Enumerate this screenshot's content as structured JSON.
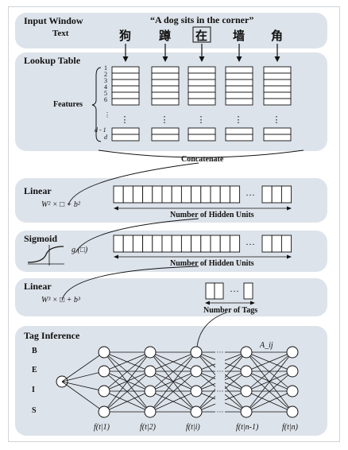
{
  "input": {
    "title": "Input Window",
    "text_label": "Text",
    "sentence": "“A dog sits in the corner”",
    "chars": [
      "狗",
      "蹲",
      "在",
      "墙",
      "角"
    ],
    "boxed_index": 2
  },
  "lookup": {
    "title": "Lookup Table",
    "features_label": "Features",
    "rows": [
      "1",
      "2",
      "3",
      "4",
      "5",
      "6"
    ],
    "dots": "⋮",
    "dm1": "d - 1",
    "d": "d"
  },
  "concat_label": "Concatenate",
  "linear1": {
    "title": "Linear",
    "formula": "W² × □ + b²",
    "ellipsis": "···",
    "width_label": "Number of Hidden Units"
  },
  "sigmoid": {
    "title": "Sigmoid",
    "func": "g (□)",
    "ellipsis": "···",
    "width_label": "Number of Hidden Units"
  },
  "linear2": {
    "title": "Linear",
    "formula": "W³ × □ + b³",
    "ellipsis": "···",
    "width_label": "Number of Tags"
  },
  "tag": {
    "title": "Tag Inference",
    "tags": [
      "B",
      "E",
      "I",
      "S"
    ],
    "transition": "A_ij",
    "columns": [
      "f(t|1)",
      "f(t|2)",
      "f(t|i)",
      "f(t|n-1)",
      "f(t|n)"
    ]
  },
  "colors": {
    "panel": "#dde3ea",
    "stroke": "#111111",
    "frame": "#cfd3d8"
  }
}
